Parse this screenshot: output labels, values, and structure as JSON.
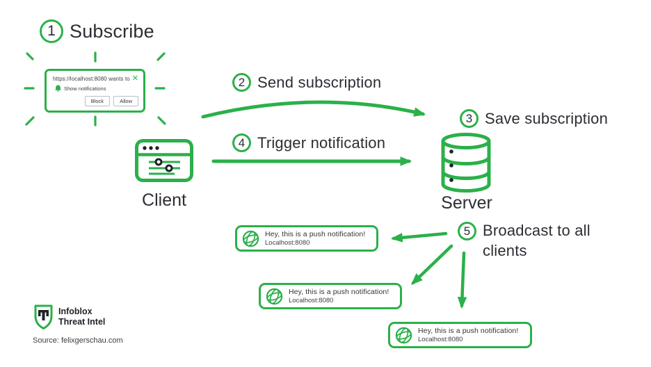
{
  "colors": {
    "green": "#2bb04a",
    "ink": "#2b2e33"
  },
  "steps": [
    {
      "num": "1",
      "label": "Subscribe"
    },
    {
      "num": "2",
      "label": "Send subscription"
    },
    {
      "num": "3",
      "label": "Save subscription"
    },
    {
      "num": "4",
      "label": "Trigger notification"
    },
    {
      "num": "5",
      "label": "Broadcast to all clients"
    }
  ],
  "dialog": {
    "origin": "https://localhost:8080 wants to",
    "permission": "Show notifications",
    "block": "Block",
    "allow": "Allow",
    "close": "✕"
  },
  "nodes": {
    "client": "Client",
    "server": "Server"
  },
  "toasts": [
    {
      "title": "Hey, this is a push notification!",
      "host": "Localhost:8080"
    },
    {
      "title": "Hey, this is a push notification!",
      "host": "Localhost:8080"
    },
    {
      "title": "Hey, this is a push notification!",
      "host": "Localhost:8080"
    }
  ],
  "brand": {
    "line1": "Infoblox",
    "line2": "Threat Intel",
    "source": "Source: felixgerschau.com"
  }
}
